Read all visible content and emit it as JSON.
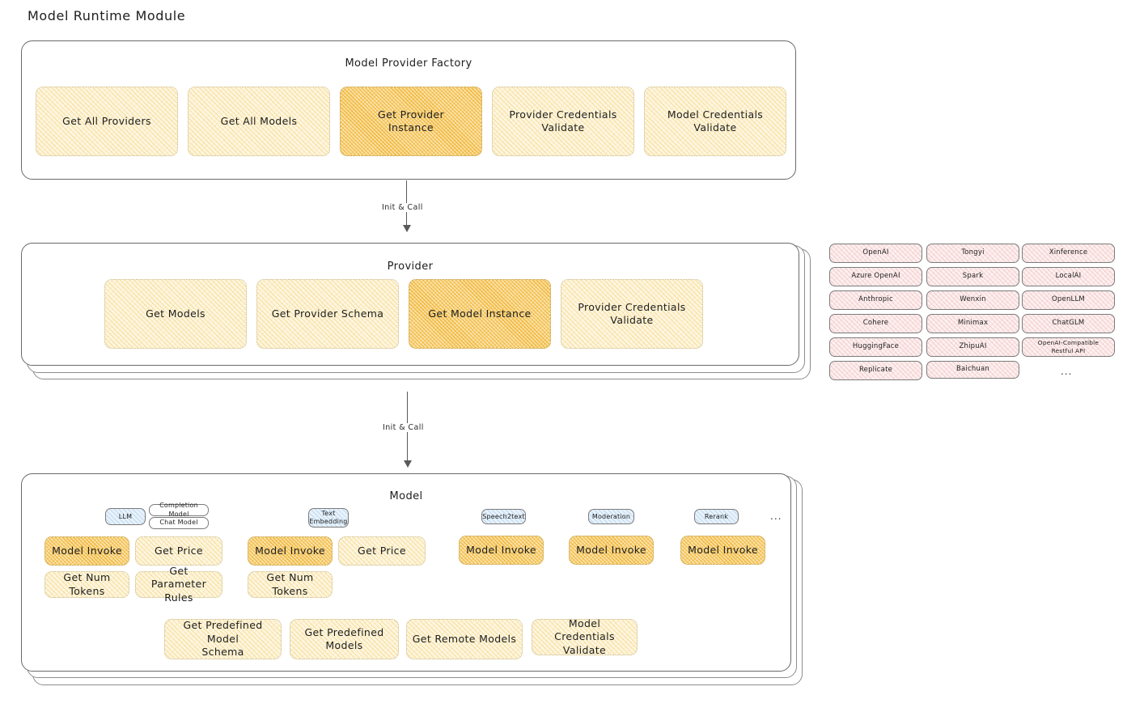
{
  "page": {
    "title": "Model Runtime Module"
  },
  "factory": {
    "title": "Model Provider Factory",
    "nodes": [
      {
        "label": "Get All Providers",
        "highlight": false
      },
      {
        "label": "Get All Models",
        "highlight": false
      },
      {
        "label": "Get Provider\nInstance",
        "highlight": true
      },
      {
        "label": "Provider Credentials\nValidate",
        "highlight": false
      },
      {
        "label": "Model Credentials\nValidate",
        "highlight": false
      }
    ]
  },
  "arrow1": {
    "label": "Init & Call"
  },
  "provider": {
    "title": "Provider",
    "nodes": [
      {
        "label": "Get Models",
        "highlight": false
      },
      {
        "label": "Get Provider Schema",
        "highlight": false
      },
      {
        "label": "Get Model Instance",
        "highlight": true
      },
      {
        "label": "Provider Credentials\nValidate",
        "highlight": false
      }
    ]
  },
  "arrow2": {
    "label": "Init & Call"
  },
  "provider_list": {
    "columns": [
      {
        "items": [
          "OpenAI",
          "Azure OpenAI",
          "Anthropic",
          "Cohere",
          "HuggingFace",
          "Replicate"
        ]
      },
      {
        "items": [
          "Tongyi",
          "Spark",
          "Wenxin",
          "Minimax",
          "ZhipuAI",
          "Baichuan"
        ]
      },
      {
        "items": [
          "Xinference",
          "LocalAI",
          "OpenLLM",
          "ChatGLM",
          "OpenAI-Compatible Restful API"
        ]
      }
    ],
    "more": "..."
  },
  "model": {
    "title": "Model",
    "more": "...",
    "types": [
      {
        "tag": "LLM",
        "subtags": [
          "Completion Model",
          "Chat Model"
        ],
        "methods": [
          {
            "label": "Model Invoke",
            "highlight": true
          },
          {
            "label": "Get Price",
            "highlight": false
          },
          {
            "label": "Get Num Tokens",
            "highlight": false
          },
          {
            "label": "Get Parameter\nRules",
            "highlight": false
          }
        ]
      },
      {
        "tag": "Text\nEmbedding",
        "subtags": [],
        "methods": [
          {
            "label": "Model Invoke",
            "highlight": true
          },
          {
            "label": "Get Price",
            "highlight": false
          },
          {
            "label": "Get Num Tokens",
            "highlight": false
          }
        ]
      },
      {
        "tag": "Speech2text",
        "subtags": [],
        "methods": [
          {
            "label": "Model Invoke",
            "highlight": true
          }
        ]
      },
      {
        "tag": "Moderation",
        "subtags": [],
        "methods": [
          {
            "label": "Model Invoke",
            "highlight": true
          }
        ]
      },
      {
        "tag": "Rerank",
        "subtags": [],
        "methods": [
          {
            "label": "Model Invoke",
            "highlight": true
          }
        ]
      }
    ],
    "shared_methods": [
      {
        "label": "Get Predefined Model\nSchema"
      },
      {
        "label": "Get Predefined\nModels"
      },
      {
        "label": "Get Remote Models"
      },
      {
        "label": "Model Credentials\nValidate"
      }
    ]
  }
}
